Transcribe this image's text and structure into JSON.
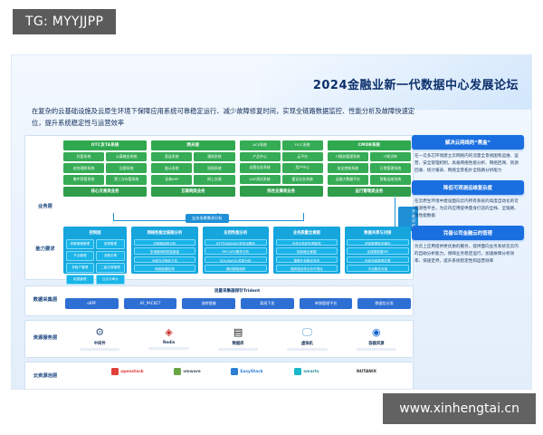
{
  "watermarks": {
    "top_left": "TG: MYYJJPP",
    "bottom_right": "www.xinhengtai.cn"
  },
  "slide": {
    "title": "2024金融业新一代数据中心发展论坛",
    "description": "在复杂的云基础设施及云原生环境下保障应用系统可靠稳定运行、减少故障修复时间，实现全链路数据监控、性能分析及故障快速定位，提升系统稳定性与运营效率"
  },
  "diagram": {
    "layers": {
      "business": "业务层",
      "capability": "能力要求",
      "collection": "数据采集层",
      "resource": "资源服务层",
      "cloud": "云资源池层"
    },
    "business_columns": [
      {
        "head": "OTC及TA系统",
        "rows": [
          [
            "托管系统",
            "公募基金系统"
          ],
          [
            "综合理财系统",
            "自营系统"
          ],
          [
            "集中资管系统",
            "第三方存管系统"
          ]
        ],
        "foot": "核心交易类业务"
      },
      {
        "head": "网关层",
        "rows": [
          [
            "直连系统",
            "通知系统"
          ],
          [
            "鉴认系统",
            "投顾系统"
          ],
          [
            "证券APP",
            "网上交易"
          ]
        ],
        "foot": "互联网类业务"
      },
      {
        "head": "",
        "rows": [
          [
            "ACE系统",
            "FICC系统"
          ],
          [
            "产品中心",
            "云平台"
          ],
          [
            "自营业务系统",
            "用户中心"
          ],
          [
            "UAT测试系统",
            "要证业务系统"
          ]
        ],
        "foot": "综合支撑类业务"
      },
      {
        "head": "CMDB系统",
        "rows": [
          [
            "IT服务管理系统",
            "IT知识库"
          ],
          [
            "安全控制系统",
            "日常管理系统"
          ],
          [
            "运维大数据平台",
            "智能运维系统"
          ]
        ],
        "foot": "运行管理类业务"
      }
    ],
    "connector_chip": "业务场景需求分析",
    "connector_chip_right": "开放对接",
    "capability_columns": [
      {
        "head": "控制面",
        "cells": [
          "采集策略管理",
          "资源管理",
          "节点管理",
          "流程引擎",
          "多租户管理",
          "二级交易管理",
          "权限管理",
          "日志与审计"
        ]
      },
      {
        "head": "网络性能全链路分析",
        "cells": [
          "全链路网络分析",
          "多维度网络质量度量",
          "全网TCP指标下钻",
          "网络链路回溯"
        ]
      },
      {
        "head": "应用性能分析",
        "cells": [
          "HTTP/DNS/MQ多协议解析",
          "RPC/API/服务分析",
          "SQL/NoSQL性能分析",
          "调用链路追踪"
        ]
      },
      {
        "head": "业务质量全景图",
        "cells": [
          "全栈业务拓扑图组件",
          "指标链全景图",
          "重要业务路径监控",
          "端到端全栈业务可视化"
        ]
      },
      {
        "head": "数据共享与对接",
        "cells": [
          "流量数据转发输出",
          "全链路数据API",
          "全网流量数据共享",
          "平台集成对接"
        ]
      }
    ],
    "collection": {
      "title": "流量采集器探针Trident",
      "chips": [
        "eBPF",
        "AF_PACKET",
        "流转镜像",
        "离线下发",
        "单独管理平台",
        "数据包分发"
      ]
    },
    "resources": [
      {
        "icon": "⚙",
        "name": "中间件",
        "color": "#3b5a82"
      },
      {
        "icon": "◈",
        "name": "Redis",
        "color": "#c6302b"
      },
      {
        "icon": "▤",
        "name": "数据库",
        "color": "#1d1d1d"
      },
      {
        "icon": "🖵",
        "name": "虚拟机",
        "color": "#4f9fe0"
      },
      {
        "icon": "◉",
        "name": "容器资源",
        "color": "#1267d0"
      }
    ],
    "cloud_pools": [
      {
        "name": "openstack",
        "color": "#e0403a"
      },
      {
        "name": "vmware",
        "color": "#6aa544"
      },
      {
        "name": "EasyStack",
        "color": "#2c7fd4"
      },
      {
        "name": "smartx",
        "color": "#18b7c9"
      },
      {
        "name": "NUTANIX",
        "color": "#2f2f2f"
      }
    ]
  },
  "cards": [
    {
      "title": "解决云网络的“黑盒”",
      "body": "在一云多芯环境建立云网络内的流量全景视图和运维、运营、安全管理机制，具备网络性能分析、网络回溯、资源回收、统计报表、网络全景拓扑全链路分析能力"
    },
    {
      "title": "降低可观测运维复杂度",
      "body": "在云原生环境中建设面向云内所有系统的高度自动化的可观测性平台，为云内应用提供量身打造的全栈、全链路、高性能数据"
    },
    {
      "title": "完善公司金融云的管理",
      "body": "为云上应用提供更优质的服务，提供面向业务系统在云内的自助分析能力，保障业务稳定运行，加速故障分析效率、快速定界，提升系统稳定性和运营效率"
    }
  ]
}
